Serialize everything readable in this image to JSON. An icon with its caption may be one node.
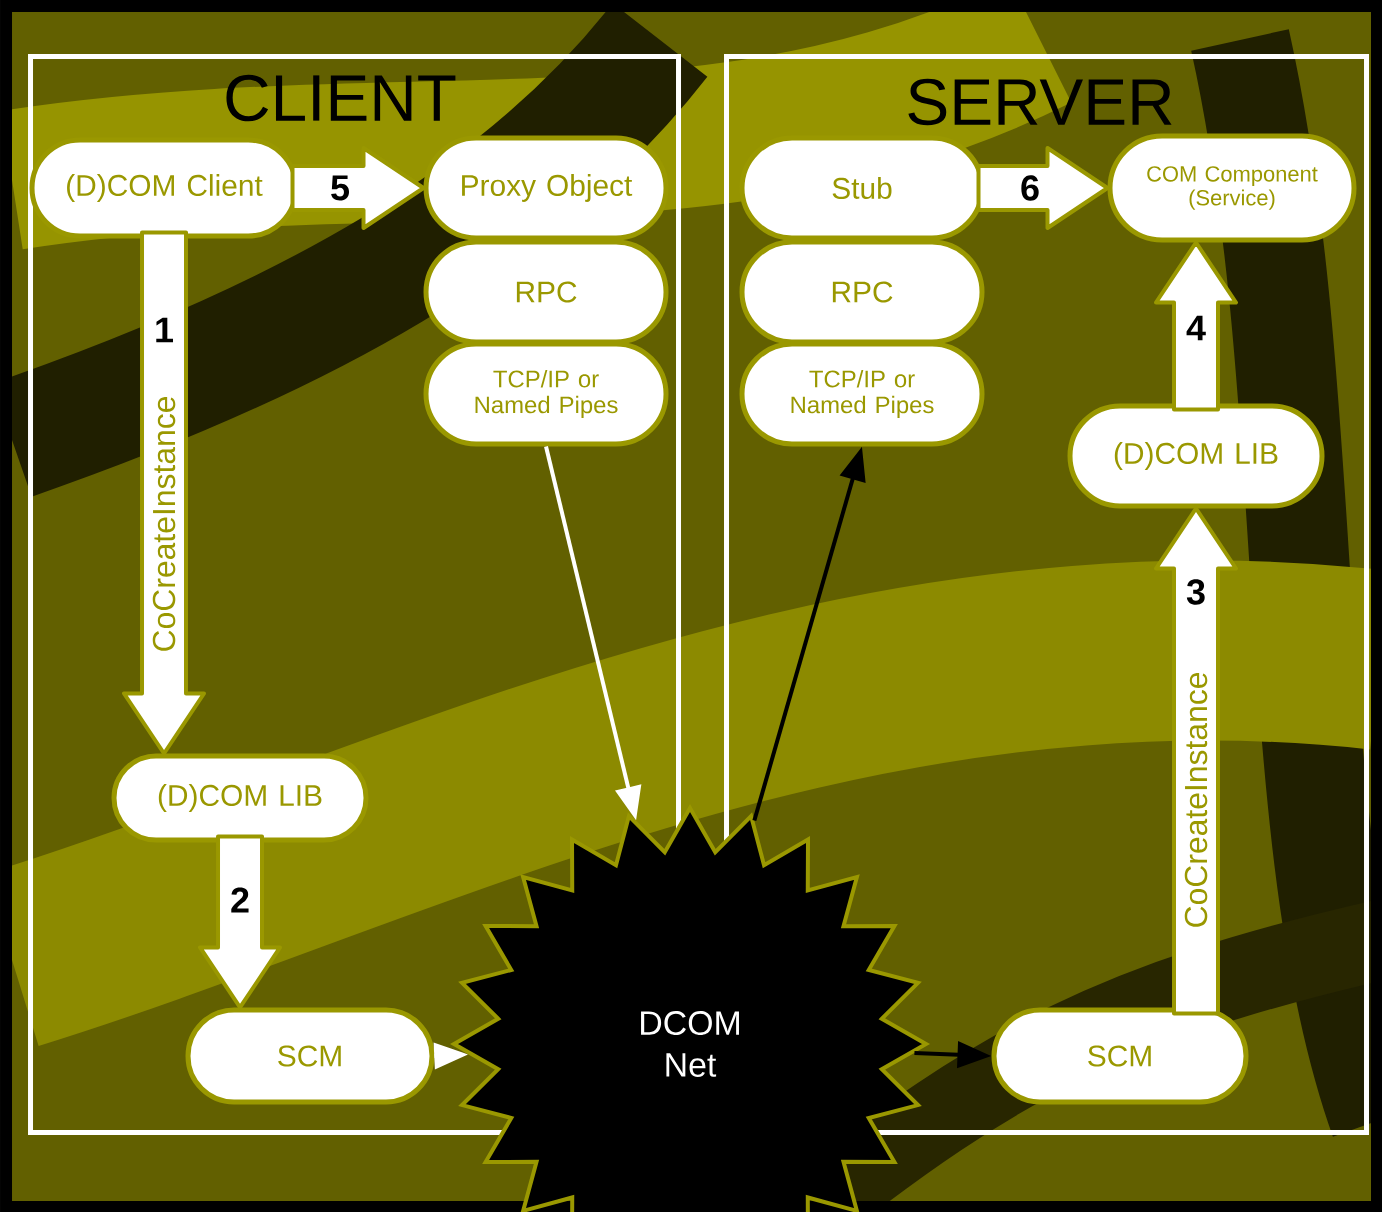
{
  "diagram": {
    "nodes": [
      {
        "text": [
          "CLIENT"
        ]
      },
      {
        "text": [
          "SERVER"
        ]
      },
      {
        "text": [
          "(D)COM Client"
        ],
        "in": 0
      },
      {
        "text": [
          "Proxy Object"
        ],
        "in": 0
      },
      {
        "text": [
          "RPC"
        ],
        "in": 0
      },
      {
        "text": [
          "TCP/IP or Named Pipes"
        ],
        "in": 0
      },
      {
        "text": [
          "(D)COM LIB"
        ],
        "in": 0
      },
      {
        "text": [
          "SCM"
        ],
        "in": 0
      },
      {
        "text": [
          "Stub"
        ],
        "in": 1
      },
      {
        "text": [
          "RPC"
        ],
        "in": 1
      },
      {
        "text": [
          "TCP/IP or Named Pipes"
        ],
        "in": 1
      },
      {
        "text": [
          "COM Component (Service)"
        ],
        "in": 1
      },
      {
        "text": [
          "(D)COM LIB"
        ],
        "in": 1
      },
      {
        "text": [
          "SCM"
        ],
        "in": 1
      },
      {
        "text": [
          "DCOM Net"
        ]
      }
    ],
    "edges": [
      {
        "from": 2,
        "to": 3,
        "arrow": "to",
        "label": "5",
        "style": "thick"
      },
      {
        "from": 2,
        "to": 6,
        "arrow": "to",
        "label": "1",
        "style": "thick"
      },
      {
        "from": 6,
        "to": 7,
        "arrow": "to",
        "label": "2",
        "style": "thick"
      },
      {
        "from": 5,
        "to": 14,
        "arrow": "to",
        "color": "#ffffff"
      },
      {
        "from": 7,
        "to": 14,
        "arrow": "to",
        "color": "#ffffff"
      },
      {
        "from": 14,
        "to": 10,
        "arrow": "to",
        "color": "#000000"
      },
      {
        "from": 14,
        "to": 13,
        "arrow": "to",
        "color": "#000000"
      },
      {
        "from": 13,
        "to": 12,
        "arrow": "to",
        "label": "3",
        "style": "thick"
      },
      {
        "from": 12,
        "to": 11,
        "arrow": "to",
        "label": "4",
        "style": "thick"
      },
      {
        "from": 8,
        "to": 11,
        "arrow": "to",
        "label": "6",
        "style": "thick"
      }
    ],
    "labels": [
      "CoCreateInstance",
      "CoCreateInstance"
    ]
  }
}
